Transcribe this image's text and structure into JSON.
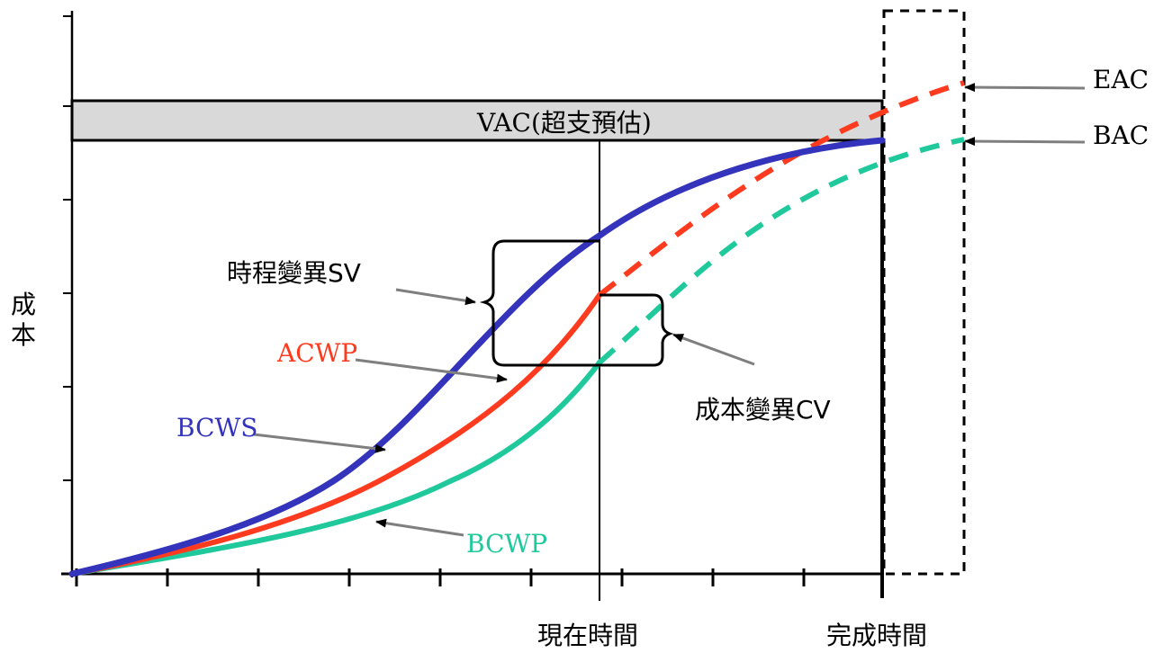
{
  "labels": {
    "vac": "VAC(超支預估)",
    "sv": "時程變異SV",
    "cv": "成本變異CV",
    "acwp": "ACWP",
    "bcws": "BCWS",
    "bcwp": "BCWP",
    "eac": "EAC",
    "bac": "BAC",
    "y_axis": "成本",
    "now": "現在時間",
    "complete": "完成時間"
  },
  "colors": {
    "bcws": "#3333bb",
    "acwp": "#ff3b1f",
    "bcwp": "#1fc99b",
    "vac_fill": "#d9d9d9",
    "ink": "#000000",
    "pointer": "#7f7f7f"
  }
}
